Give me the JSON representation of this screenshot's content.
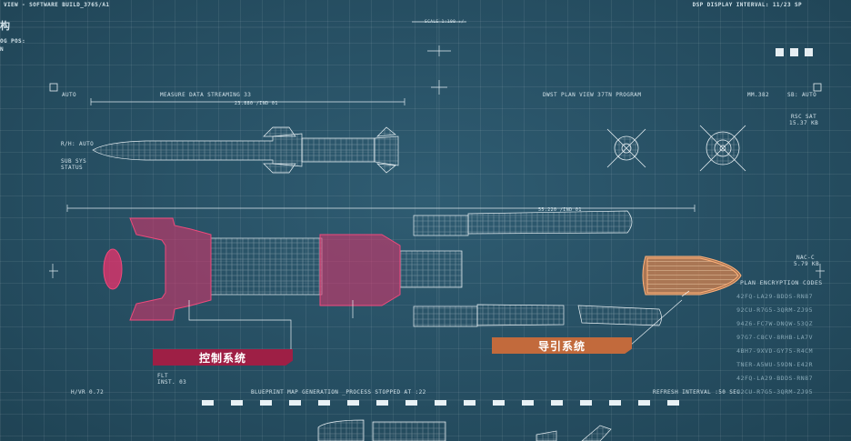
{
  "header": {
    "title": "VIEW - SOFTWARE BUILD_3765/A1",
    "interval": "DSP DISPLAY INTERVAL: 11/23 SP",
    "title_glyph": "构",
    "pos_label": "OG POS:",
    "pos_value": "N",
    "scale": "SCALE 1:100 +/-"
  },
  "annotations": {
    "auto_left": "AUTO",
    "measure": "MEASURE DATA STREAMING 33",
    "dim_top": "23.880 /IND 01",
    "plan_view": "DWST PLAN VIEW 37TN PROGRAM",
    "mm": "MM.382",
    "sb_auto": "SB: AUTO",
    "rsc_sat": "RSC SAT",
    "rsc_size": "15.37 KB",
    "rh_auto": "R/H: AUTO",
    "sub_sys": "SUB SYS",
    "status": "STATUS",
    "dim_mid": "55.220 /IND 01",
    "nac": "NAC-C",
    "nac_size": "5.79 KB",
    "flt": "FLT",
    "inst": "INST. 03",
    "hvr": "H/VR 0.72",
    "blueprint": "BLUEPRINT MAP GENERATION _PROCESS STOPPED AT :22",
    "refresh": "REFRESH INTERVAL :50 SEC"
  },
  "labels": {
    "control_system": "控制系统",
    "guidance_system": "导引系统"
  },
  "encryption": {
    "title": "PLAN ENCRYPTION CODES",
    "codes": [
      "42FQ-LA29-BDDS-RN87",
      "92CU-R7G5-3QRM-ZJ95",
      "94Z6-FC7W-DNQW-53QZ",
      "97G7-C8CV-8RHB-LA7V",
      "4BH7-9XVD-GY75-R4CM",
      "TNER-A5WU-59DN-E42R",
      "42FQ-LA29-BDDS-RN87",
      "92CU-R7G5-3QRM-ZJ95"
    ]
  },
  "colors": {
    "accent_magenta": "#e0336b",
    "accent_orange": "#f08a4b",
    "label_magenta": "#9e1f45",
    "label_orange": "#c26a3c"
  }
}
